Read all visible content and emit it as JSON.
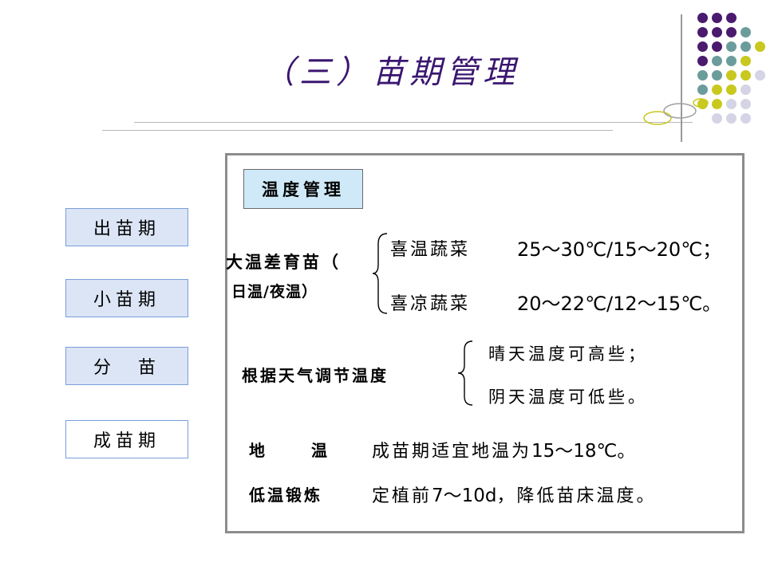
{
  "slide": {
    "title": "（三）苗期管理"
  },
  "nav": {
    "items": [
      {
        "label": "出苗期"
      },
      {
        "label": "小苗期"
      },
      {
        "label": "分　苗"
      },
      {
        "label": "成苗期"
      }
    ]
  },
  "content": {
    "section_label": "温度管理",
    "large_diff": {
      "label_line1": "大温差育苗（",
      "label_line2": "日温/夜温）",
      "rows": [
        {
          "crop": "喜温蔬菜",
          "range": "25～30℃/15～20℃；"
        },
        {
          "crop": "喜凉蔬菜",
          "range": "20～22℃/12～15℃。"
        }
      ]
    },
    "weather": {
      "label": "根据天气调节温度",
      "rows": [
        "晴天温度可高些；",
        "阴天温度可低些。"
      ]
    },
    "soil": {
      "label": "地　　温",
      "text_prefix": "成苗期适宜地温为",
      "text_value": "15～18℃。"
    },
    "hardening": {
      "label": "低温锻炼",
      "text_prefix": "定植前",
      "text_value": "7～10d",
      "text_suffix": "，降低苗床温度。"
    }
  },
  "colors": {
    "title": "#3a1670",
    "purple_dot": "#4a1a6e",
    "teal_dot": "#6b9c9c",
    "yellow_dot": "#c8c81e",
    "lavender_dot": "#d4d4e6",
    "nav_fill": "#dbe5f6",
    "label_fill": "#cfe9f8"
  }
}
